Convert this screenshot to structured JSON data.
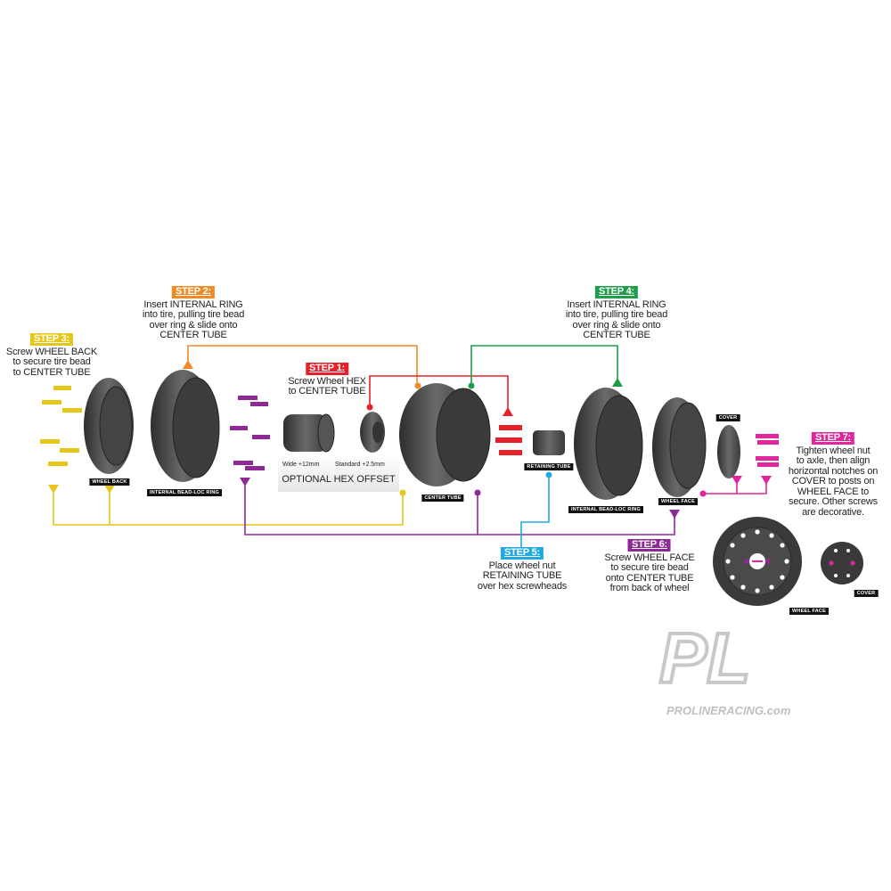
{
  "steps": [
    {
      "id": "step1",
      "badge": "STEP 1:",
      "color": "#e8202a",
      "lines": [
        "Screw Wheel HEX",
        "to CENTER TUBE"
      ]
    },
    {
      "id": "step2",
      "badge": "STEP 2:",
      "color": "#f08a24",
      "lines": [
        "Insert INTERNAL RING",
        "into tire, pulling tire bead",
        "over ring & slide onto",
        "CENTER TUBE"
      ]
    },
    {
      "id": "step3",
      "badge": "STEP 3:",
      "color": "#e6c619",
      "lines": [
        "Screw WHEEL BACK",
        "to secure tire bead",
        "to CENTER TUBE"
      ]
    },
    {
      "id": "step4",
      "badge": "STEP 4:",
      "color": "#1e9e4a",
      "lines": [
        "Insert INTERNAL RING",
        "into tire, pulling tire bead",
        "over ring & slide onto",
        "CENTER TUBE"
      ]
    },
    {
      "id": "step5",
      "badge": "STEP 5:",
      "color": "#23a9e1",
      "lines": [
        "Place wheel nut",
        "RETAINING TUBE",
        "over hex screwheads"
      ]
    },
    {
      "id": "step6",
      "badge": "STEP 6:",
      "color": "#8e2a96",
      "lines": [
        "Screw WHEEL FACE",
        "to secure tire bead",
        "onto CENTER TUBE",
        "from back of wheel"
      ]
    },
    {
      "id": "step7",
      "badge": "STEP 7:",
      "color": "#e0279b",
      "lines": [
        "Tighten wheel nut",
        "to axle, then align",
        "horizontal notches on",
        "COVER to posts on",
        "WHEEL FACE to",
        "secure. Other screws",
        "are decorative."
      ]
    }
  ],
  "part_labels": {
    "wheel_back": "WHEEL BACK",
    "bead_loc_ring_1": "INTERNAL BEAD-LOC RING",
    "center_tube": "CENTER TUBE",
    "retaining_tube": "RETAINING TUBE",
    "bead_loc_ring_2": "INTERNAL BEAD-LOC RING",
    "wheel_face": "WHEEL FACE",
    "cover": "COVER",
    "cover_front": "COVER",
    "wheel_face_front": "WHEEL FACE"
  },
  "hex_offset": {
    "wide": "Wide +12mm",
    "standard": "Standard +2.5mm",
    "title": "OPTIONAL HEX OFFSET"
  },
  "logo": {
    "mark": "PL",
    "text": "PROLINERACING.com"
  }
}
